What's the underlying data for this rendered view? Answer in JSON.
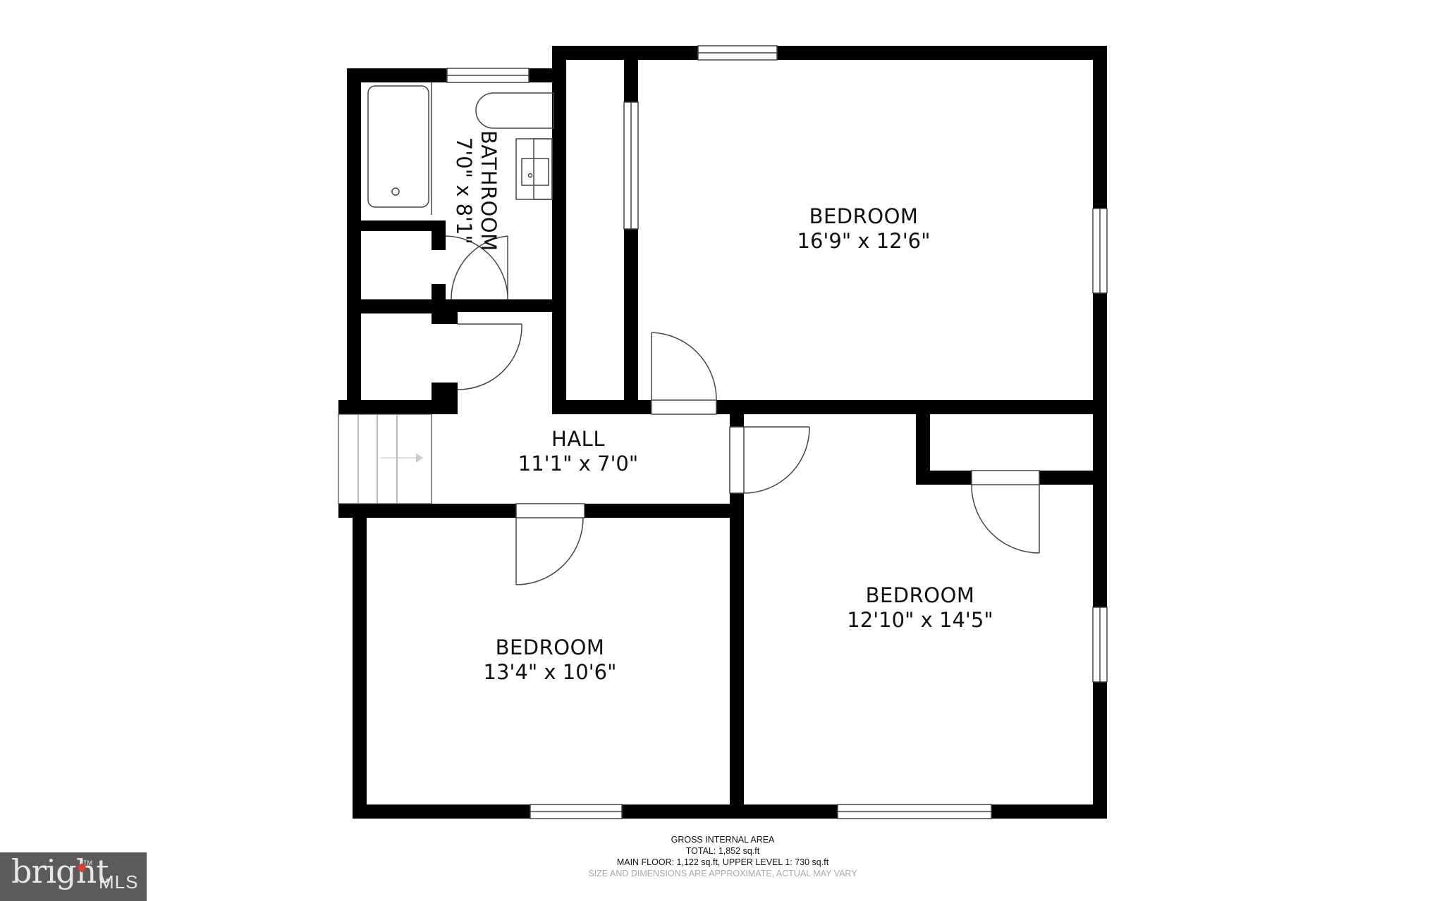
{
  "rooms": {
    "bathroom": {
      "name": "BATHROOM",
      "dims": "7'0\" x 8'1\""
    },
    "bedroom_top": {
      "name": "BEDROOM",
      "dims": "16'9\" x 12'6\""
    },
    "hall": {
      "name": "HALL",
      "dims": "11'1\" x 7'0\""
    },
    "bedroom_right": {
      "name": "BEDROOM",
      "dims": "12'10\" x 14'5\""
    },
    "bedroom_left": {
      "name": "BEDROOM",
      "dims": "13'4\" x 10'6\""
    }
  },
  "footer": {
    "title": "GROSS INTERNAL AREA",
    "total": "TOTAL: 1,852 sq.ft",
    "levels": "MAIN FLOOR: 1,122 sq.ft, UPPER LEVEL 1: 730 sq.ft",
    "note": "SIZE AND DIMENSIONS ARE APPROXIMATE, ACTUAL MAY VARY"
  },
  "logo": {
    "wordmark": "bright",
    "tm": "TM",
    "suffix": "MLS",
    "background": "#5b5b5b",
    "accent": "#d9412b"
  },
  "colors": {
    "wall": "#000000",
    "background": "#ffffff",
    "fixture_line": "#444444"
  }
}
